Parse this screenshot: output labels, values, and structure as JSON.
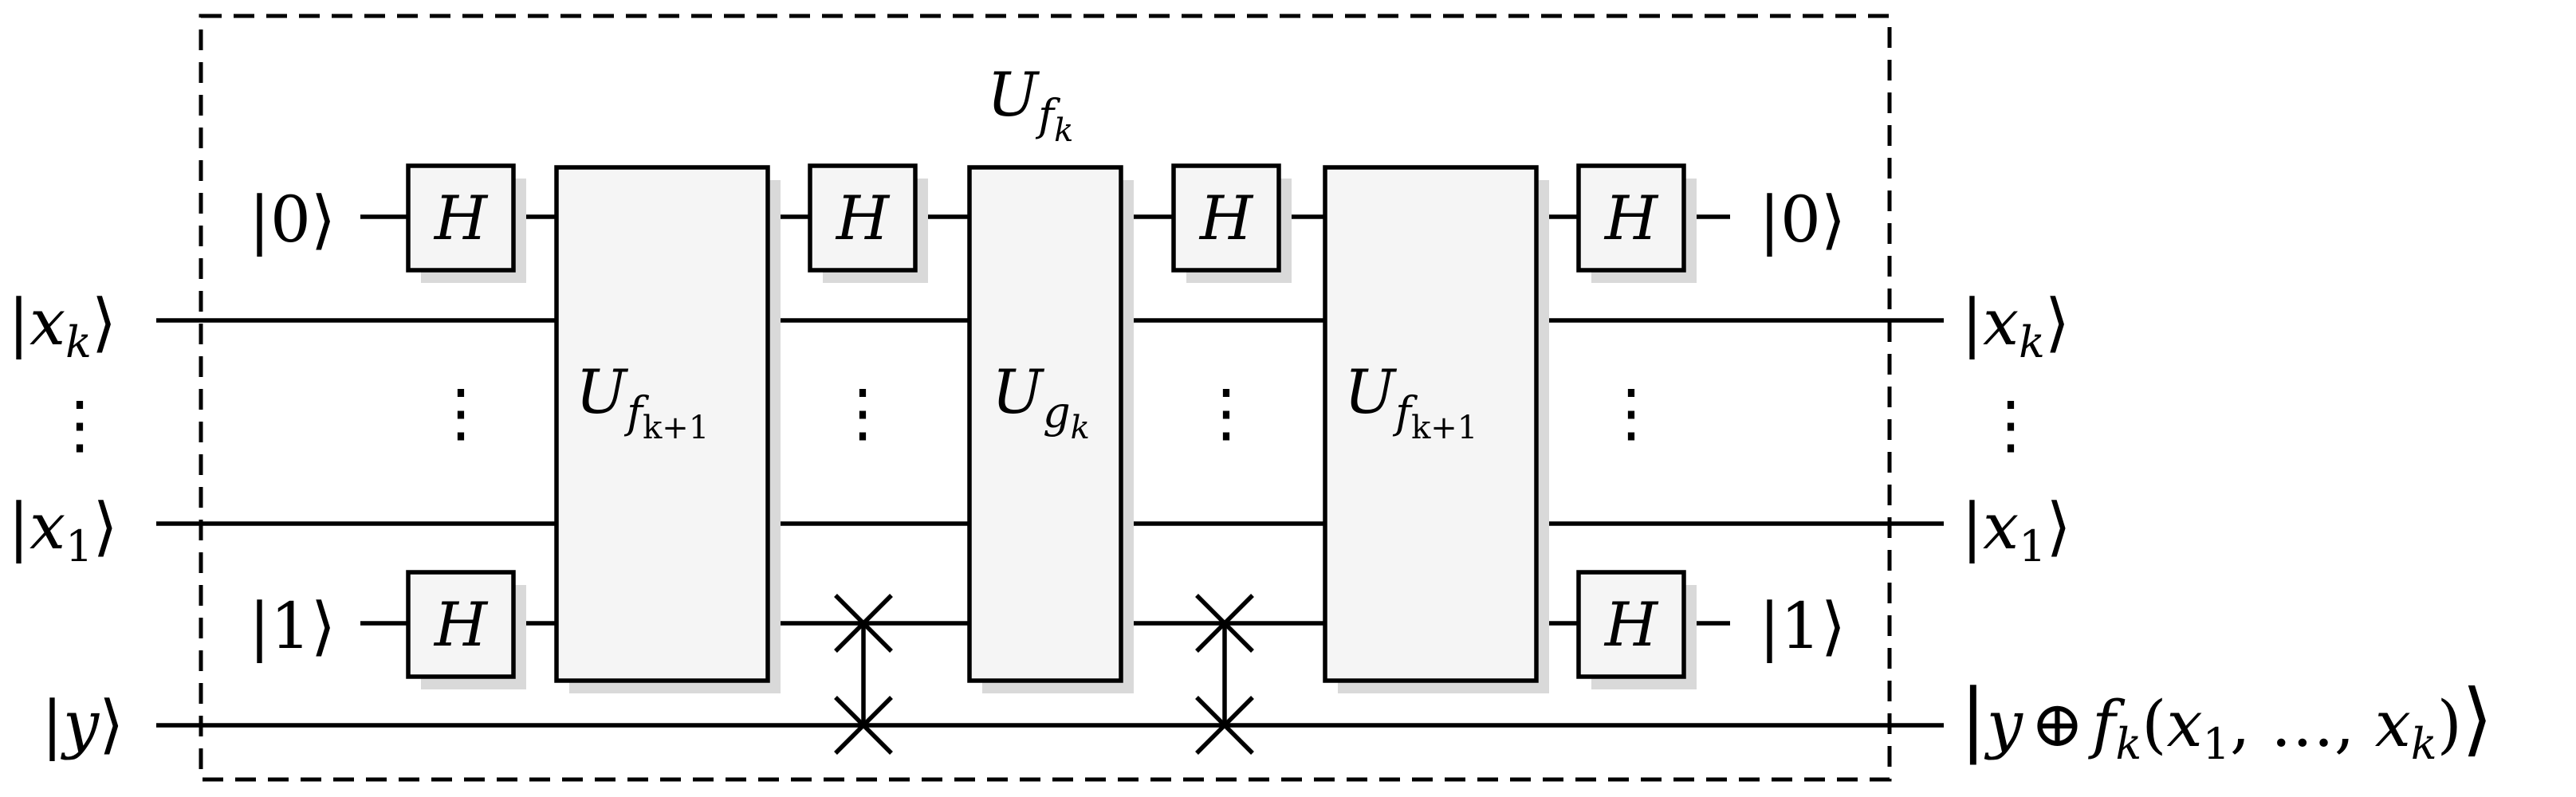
{
  "diagram": {
    "group_label": {
      "base": "U",
      "sub": "f",
      "subsub": "k"
    },
    "inputs": {
      "xk": {
        "var": "x",
        "sub": "k"
      },
      "dots": "⋮",
      "x1": {
        "var": "x",
        "sub": "1"
      },
      "y": {
        "var": "y"
      }
    },
    "ancilla_top": "0",
    "ancilla_bottom": "1",
    "hadamard_label": "H",
    "big_gates": [
      {
        "base": "U",
        "sub": "f",
        "subsub": "k+1"
      },
      {
        "base": "U",
        "sub": "g",
        "subsub": "k"
      },
      {
        "base": "U",
        "sub": "f",
        "subsub": "k+1"
      }
    ],
    "outputs": {
      "xk": {
        "var": "x",
        "sub": "k"
      },
      "x1": {
        "var": "x",
        "sub": "1"
      },
      "y_result": {
        "y": "y",
        "op": "⊕",
        "f": "f",
        "f_sub": "k",
        "args_open": "(",
        "a1": "x",
        "a1_sub": "1",
        "sep": ", …, ",
        "a2": "x",
        "a2_sub": "k",
        "args_close": ")"
      }
    }
  }
}
